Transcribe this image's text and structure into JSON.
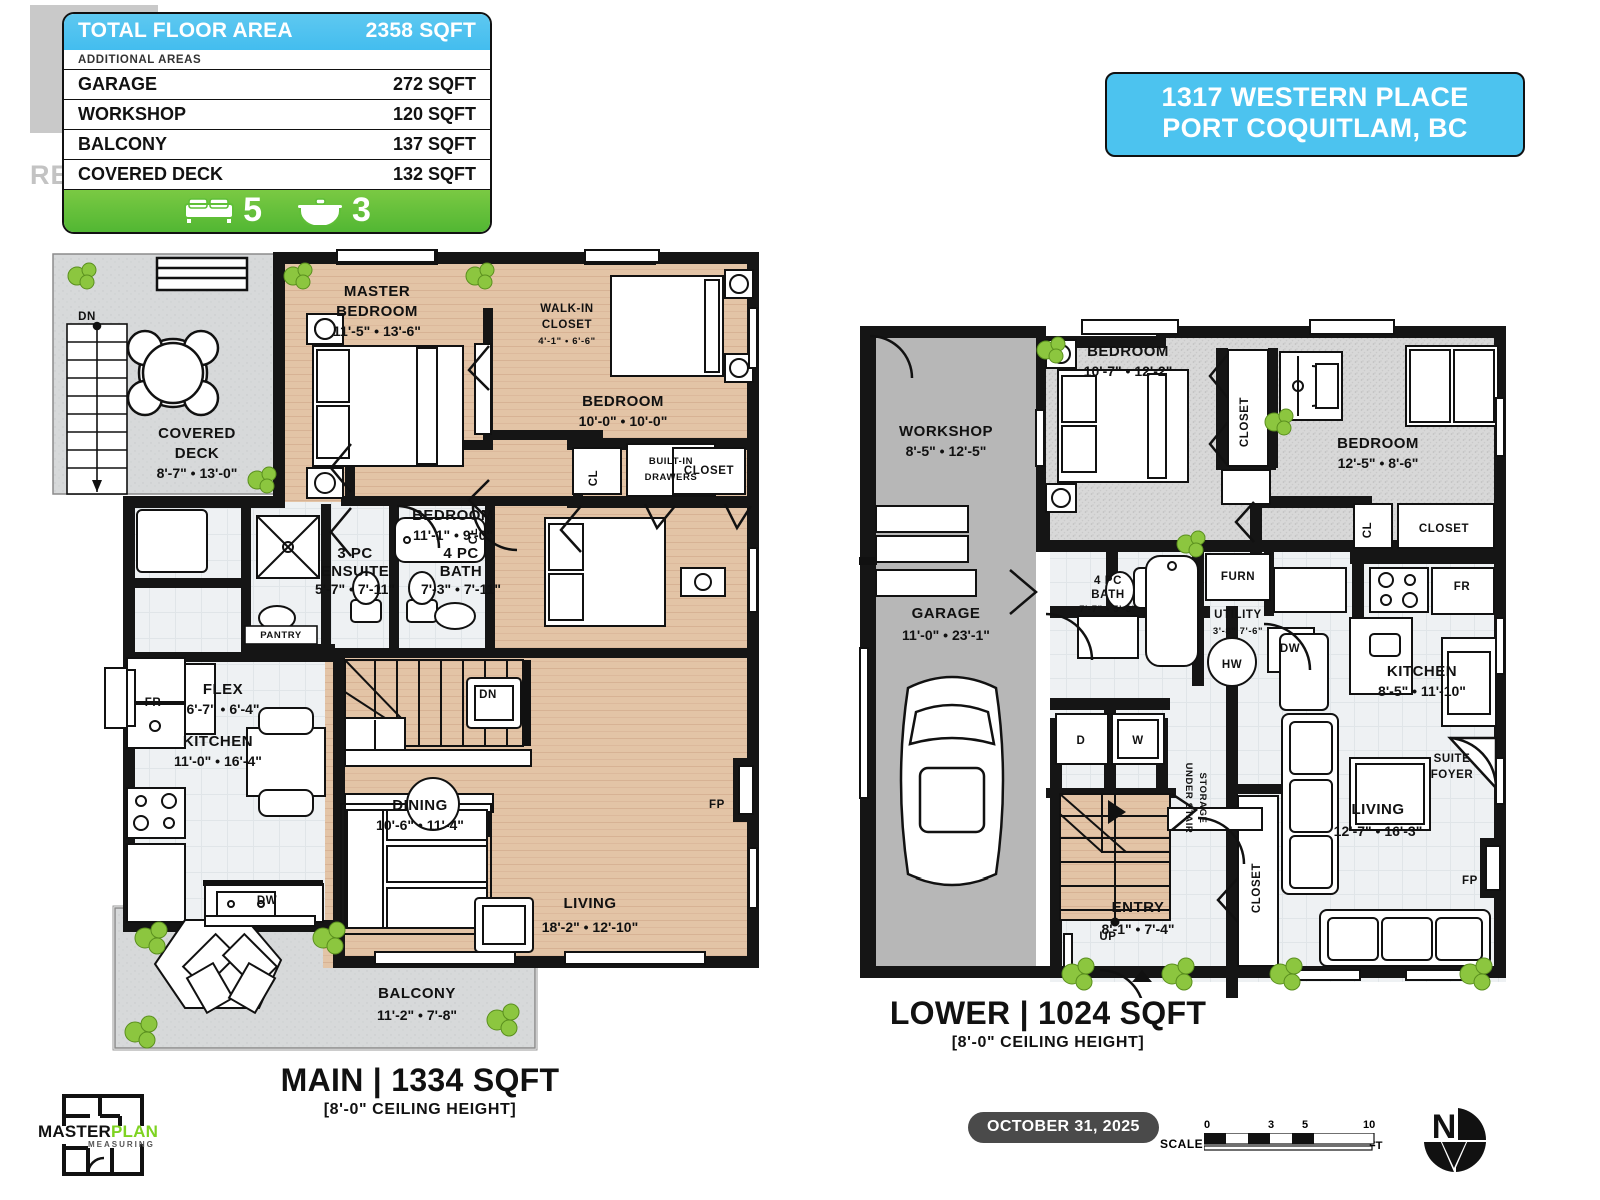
{
  "watermark": {
    "letter": "R",
    "text": "REALTOR"
  },
  "info_card": {
    "total_label": "TOTAL FLOOR AREA",
    "total_value": "2358 SQFT",
    "additional_label": "ADDITIONAL AREAS",
    "rows": [
      {
        "label": "GARAGE",
        "value": "272 SQFT"
      },
      {
        "label": "WORKSHOP",
        "value": "120 SQFT"
      },
      {
        "label": "BALCONY",
        "value": "137 SQFT"
      },
      {
        "label": "COVERED DECK",
        "value": "132 SQFT"
      }
    ],
    "bedrooms": "5",
    "bathrooms": "3",
    "accent_blue": "#43bdef",
    "accent_green": "#5fbf37"
  },
  "address": {
    "line1": "1317 WESTERN PLACE",
    "line2": "PORT COQUITLAM, BC"
  },
  "floors": [
    {
      "id": "main",
      "caption_title": "MAIN | 1334 SQFT",
      "caption_sub": "[8'-0\" CEILING HEIGHT]",
      "rooms": [
        {
          "name": "MASTER BEDROOM",
          "dim": "11'-5\" • 13'-6\""
        },
        {
          "name": "WALK-IN CLOSET",
          "dim": "4'-1\" • 6'-6\""
        },
        {
          "name": "BEDROOM",
          "dim": "10'-0\" • 10'-0\""
        },
        {
          "name": "BEDROOM",
          "dim": "11'-1\" • 9'-0\""
        },
        {
          "name": "COVERED DECK",
          "dim": "8'-7\" • 13'-0\""
        },
        {
          "name": "FLEX",
          "dim": "6'-7\" • 6'-4\""
        },
        {
          "name": "3 PC ENSUITE",
          "dim": "5'-7\" • 7'-11\""
        },
        {
          "name": "4 PC BATH",
          "dim": "7'-3\" • 7'-11\""
        },
        {
          "name": "KITCHEN",
          "dim": "11'-0\" • 16'-4\""
        },
        {
          "name": "DINING",
          "dim": "10'-6\" • 11'-4\""
        },
        {
          "name": "LIVING",
          "dim": "18'-2\" • 12'-10\""
        },
        {
          "name": "BALCONY",
          "dim": "11'-2\" • 7'-8\""
        }
      ],
      "tags": [
        "DN",
        "DN",
        "CL",
        "CL",
        "BUILT-IN DRAWERS",
        "CLOSET",
        "PANTRY",
        "FR",
        "DW",
        "FP"
      ]
    },
    {
      "id": "lower",
      "caption_title": "LOWER | 1024 SQFT",
      "caption_sub": "[8'-0\" CEILING HEIGHT]",
      "rooms": [
        {
          "name": "WORKSHOP",
          "dim": "8'-5\" • 12'-5\""
        },
        {
          "name": "GARAGE",
          "dim": "11'-0\" • 23'-1\""
        },
        {
          "name": "BEDROOM",
          "dim": "10'-7\" • 12'-2\""
        },
        {
          "name": "BEDROOM",
          "dim": "12'-5\" • 8'-6\""
        },
        {
          "name": "4 PC BATH",
          "dim": "7'-7\" • 5'-8\""
        },
        {
          "name": "UTILITY",
          "dim": "3'-8\" 7'-6\""
        },
        {
          "name": "KITCHEN",
          "dim": "8'-5\" • 11'-10\""
        },
        {
          "name": "LIVING",
          "dim": "12'-7\" • 16'-3\""
        },
        {
          "name": "ENTRY",
          "dim": "8'-1\" • 7'-4\""
        },
        {
          "name": "SUITE FOYER",
          "dim": ""
        }
      ],
      "tags": [
        "CLOSET",
        "CLOSET",
        "CL",
        "CLOSET",
        "FURN",
        "HW",
        "D",
        "W",
        "UNDER STAIR STORAGE",
        "UP",
        "DW",
        "FR",
        "FP"
      ]
    }
  ],
  "logo": {
    "name_dark": "MASTER",
    "name_green": "PLAN",
    "tagline": "MEASURING"
  },
  "date_badge": "OCTOBER 31, 2025",
  "scale": {
    "label": "SCALE",
    "ticks": [
      "0",
      "3",
      "5",
      "10"
    ],
    "unit": "FT"
  },
  "north": {
    "label": "N"
  }
}
